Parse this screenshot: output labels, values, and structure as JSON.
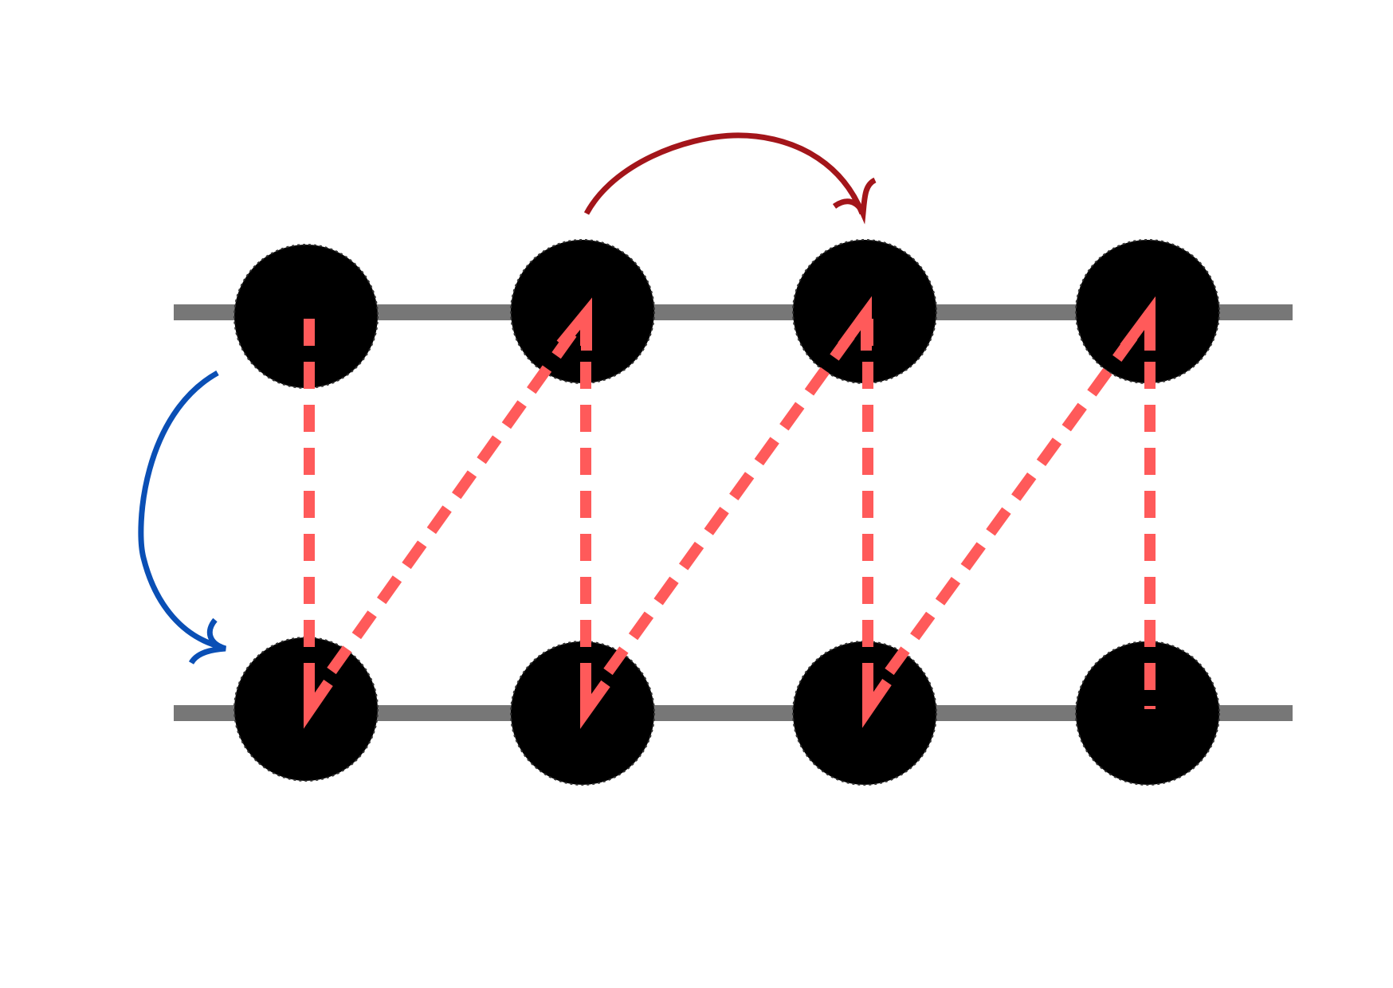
{
  "diagram": {
    "rows": 2,
    "columns": 4,
    "colors": {
      "background": "#ffffff",
      "rail": "#777777",
      "node": "#000000",
      "path": "#ff5a5a",
      "row_step_arrow": "#0a4fb5",
      "column_step_arrow": "#a3151a"
    },
    "path_order": [
      "top-1",
      "bottom-1",
      "top-2",
      "bottom-2",
      "top-3",
      "bottom-3",
      "top-4",
      "bottom-4"
    ]
  }
}
